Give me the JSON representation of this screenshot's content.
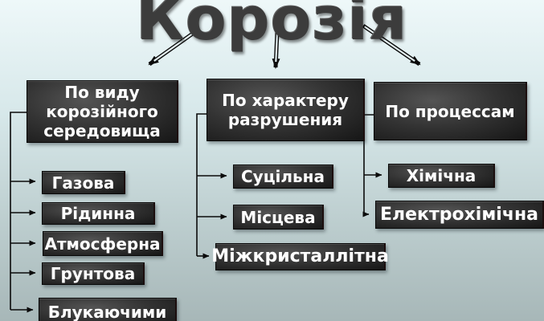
{
  "title": "Корозія",
  "columns": [
    {
      "header": "По виду корозійного середовища",
      "items": [
        "Газова",
        "Рідинна",
        "Атмосферна",
        "Грунтова",
        "Блукаючими"
      ]
    },
    {
      "header": "По характеру разрушения",
      "items": [
        "Суцільна",
        "Місцева",
        "Міжкристаллітна"
      ]
    },
    {
      "header": "По процессам",
      "items": [
        "Хімічна",
        "Електрохімічна"
      ]
    }
  ],
  "colors": {
    "background_top": "#eef8f9",
    "background_bottom": "#a7b7b8",
    "box_fill_dark": "#161616",
    "box_fill_light": "#545454",
    "box_text": "#ffffff",
    "connector_line": "#0b0b0b",
    "title_text": "#3c3c3c"
  }
}
